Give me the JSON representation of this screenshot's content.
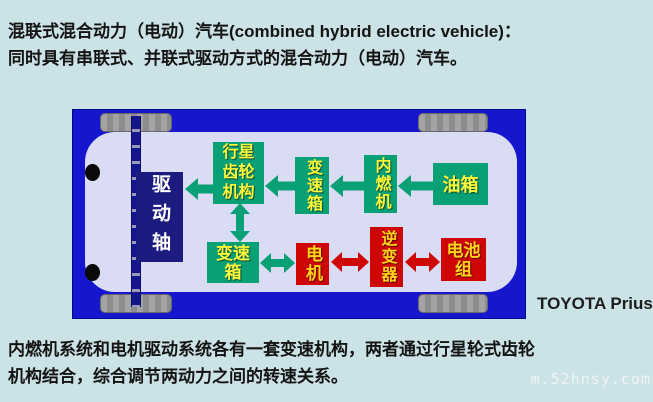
{
  "header": {
    "lines": [
      "混联式混合动力（电动）汽车(combined hybrid electric vehicle)：",
      "同时具有串联式、并联式驱动方式的混合动力（电动）汽车。"
    ]
  },
  "diagram": {
    "drive_axle": "驱动轴",
    "planetary_gear_unit": "行星齿轮机构",
    "transmission_upper": "变速箱",
    "engine": "内燃机",
    "fuel_tank": "油箱",
    "transmission_lower": "变速箱",
    "motor": "电机",
    "inverter": "逆变器",
    "battery_pack": "电池组",
    "caption": "TOYOTA Prius"
  },
  "footer": {
    "lines": [
      "内燃机系统和电机驱动系统各有一套变速机构，两者通过行星轮式齿轮",
      "机构结合，综合调节两动力之间的转速关系。"
    ]
  },
  "watermark": "m.52hnsy.com",
  "colors": {
    "page_background": "#cbe2e6",
    "chassis_frame": "#1616cf",
    "car_body": "#dadcf4",
    "mechanical_green": "#0aa075",
    "electrical_red": "#cf0606",
    "axle_navy": "#1b1b80",
    "label_yellow": "#fdf83a"
  }
}
